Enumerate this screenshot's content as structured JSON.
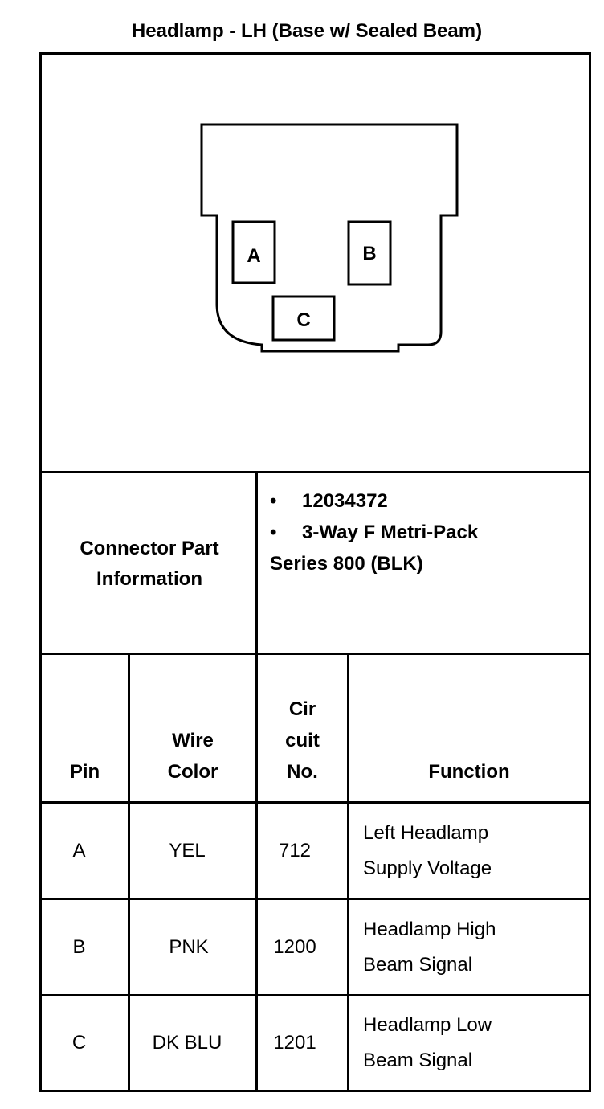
{
  "title": "Headlamp - LH (Base w/ Sealed Beam)",
  "connector": {
    "pins": [
      "A",
      "B",
      "C"
    ]
  },
  "part_info": {
    "label_line1": "Connector Part",
    "label_line2": "Information",
    "bullet1": "12034372",
    "bullet2": "3-Way F Metri-Pack",
    "bullet2_cont": "Series 800 (BLK)"
  },
  "headers": {
    "pin": "Pin",
    "wire_line1": "Wire",
    "wire_line2": "Color",
    "circuit_line1": "Cir",
    "circuit_line2": "cuit",
    "circuit_line3": "No.",
    "function": "Function"
  },
  "rows": [
    {
      "pin": "A",
      "wire": "YEL",
      "circuit": "712",
      "function_line1": "Left Headlamp",
      "function_line2": "Supply Voltage"
    },
    {
      "pin": "B",
      "wire": "PNK",
      "circuit": "1200",
      "function_line1": "Headlamp High",
      "function_line2": "Beam Signal"
    },
    {
      "pin": "C",
      "wire": "DK BLU",
      "circuit": "1201",
      "function_line1": "Headlamp Low",
      "function_line2": "Beam Signal"
    }
  ]
}
